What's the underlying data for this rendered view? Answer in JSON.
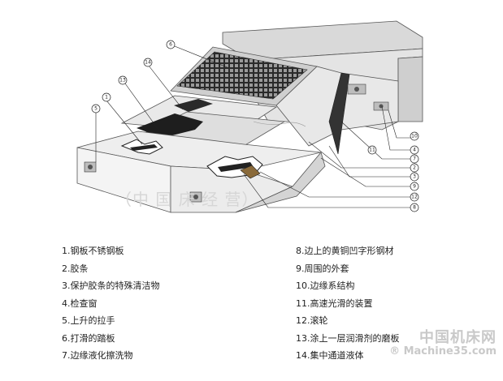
{
  "callouts": {
    "c1": "1",
    "c2": "2",
    "c3": "3",
    "c4": "4",
    "c5": "5",
    "c6": "6",
    "c7": "7",
    "c8": "8",
    "c9": "9",
    "c10": "10",
    "c11": "11",
    "c12": "12",
    "c13": "13",
    "c14": "14"
  },
  "legend": {
    "left": [
      "1.钢板不锈钢板",
      "2.胶条",
      "3.保护胶条的特殊清洁物",
      "4.检查窗",
      "5.上升的拉手",
      "6.打滑的踏板",
      "7.边缘液化擦洗物"
    ],
    "right": [
      "8.边上的黄铜凹字形钢材",
      "9.周围的外套",
      "10.边缘系结构",
      "11.高速光滑的装置",
      "12.滚轮",
      "13.涂上一层润滑剂的磨板",
      "14.集中通道液体"
    ]
  },
  "watermark": "（中 国  床 经 营）",
  "logo": {
    "cn": "中国机床网",
    "en": "® Machine35.com"
  }
}
